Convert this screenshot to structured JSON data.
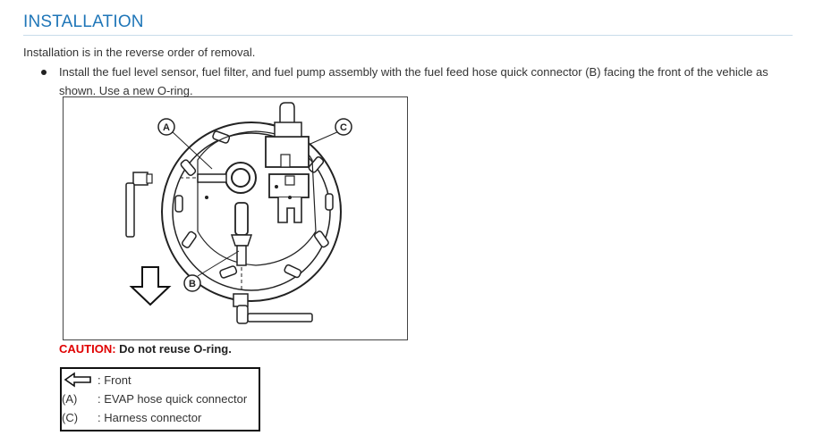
{
  "section": {
    "title": "INSTALLATION",
    "intro": "Installation is in the reverse order of removal.",
    "bullets": [
      "Install the fuel level sensor, fuel filter, and fuel pump assembly with the fuel feed hose quick connector (B) facing the front of the vehicle as shown. Use a new O-ring."
    ]
  },
  "figure": {
    "callouts": {
      "a": "A",
      "b": "B",
      "c": "C"
    }
  },
  "caution": {
    "label": "CAUTION:",
    "text": "Do not reuse O-ring."
  },
  "legend": {
    "front_icon": "front-arrow-icon",
    "front_text": ": Front",
    "items": [
      {
        "key": "(A)",
        "text": ": EVAP hose quick connector"
      },
      {
        "key": "(C)",
        "text": ": Harness connector"
      }
    ]
  }
}
